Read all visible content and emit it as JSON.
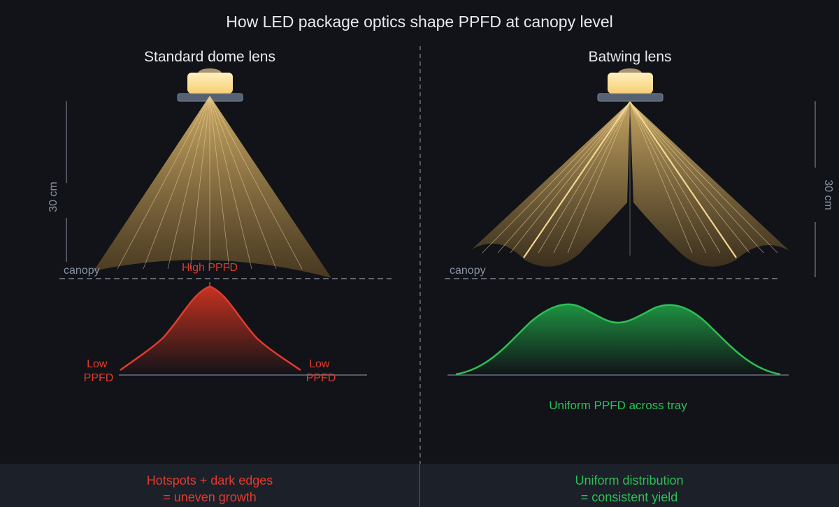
{
  "title": "How LED package optics shape PPFD at canopy level",
  "colors": {
    "background": "#111318",
    "title_text": "#e8eaee",
    "beam": "#e8c47a",
    "led": "#fde3a0",
    "hot": "#e03c2e",
    "uniform": "#2fbf55",
    "muted": "#8a93a3"
  },
  "left_panel": {
    "title": "Standard dome lens",
    "height_label": "30 cm",
    "canopy_label": "canopy",
    "peak_label": "High PPFD",
    "edge_label_left": [
      "Low",
      "PPFD"
    ],
    "edge_label_right": [
      "Low",
      "PPFD"
    ]
  },
  "right_panel": {
    "title": "Batwing lens",
    "height_label": "30 cm",
    "canopy_label": "canopy",
    "caption": "Uniform PPFD across tray"
  },
  "footer": {
    "left": [
      "Hotspots + dark edges",
      "= uneven growth"
    ],
    "right": [
      "Uniform distribution",
      "= consistent yield"
    ]
  }
}
